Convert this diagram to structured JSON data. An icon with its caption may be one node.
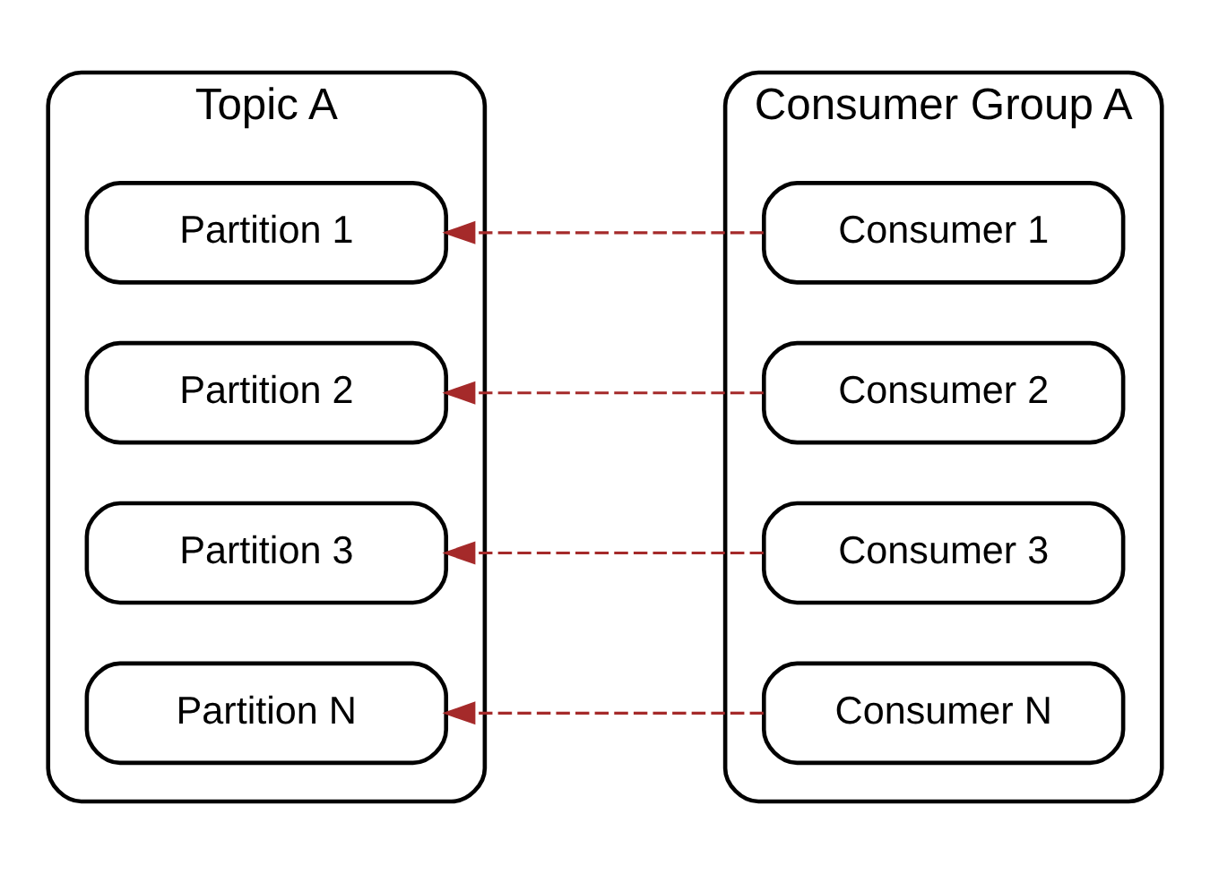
{
  "diagram": {
    "nodes": [
      {
        "text": [
          "Topic A"
        ]
      },
      {
        "text": [
          "Partition 1"
        ],
        "in": 0
      },
      {
        "text": [
          "Partition 2"
        ],
        "in": 0
      },
      {
        "text": [
          "Partition 3"
        ],
        "in": 0
      },
      {
        "text": [
          "Partition N"
        ],
        "in": 0
      },
      {
        "text": [
          "Consumer Group A"
        ]
      },
      {
        "text": [
          "Consumer 1"
        ],
        "in": 5
      },
      {
        "text": [
          "Consumer 2"
        ],
        "in": 5
      },
      {
        "text": [
          "Consumer 3"
        ],
        "in": 5
      },
      {
        "text": [
          "Consumer N"
        ],
        "in": 5
      }
    ],
    "edges": [
      {
        "from": 6,
        "to": 1,
        "arrow": "to",
        "style": "dashed",
        "color": "#a52a2a"
      },
      {
        "from": 7,
        "to": 2,
        "arrow": "to",
        "style": "dashed",
        "color": "#a52a2a"
      },
      {
        "from": 8,
        "to": 3,
        "arrow": "to",
        "style": "dashed",
        "color": "#a52a2a"
      },
      {
        "from": 9,
        "to": 4,
        "arrow": "to",
        "style": "dashed",
        "color": "#a52a2a"
      }
    ]
  }
}
